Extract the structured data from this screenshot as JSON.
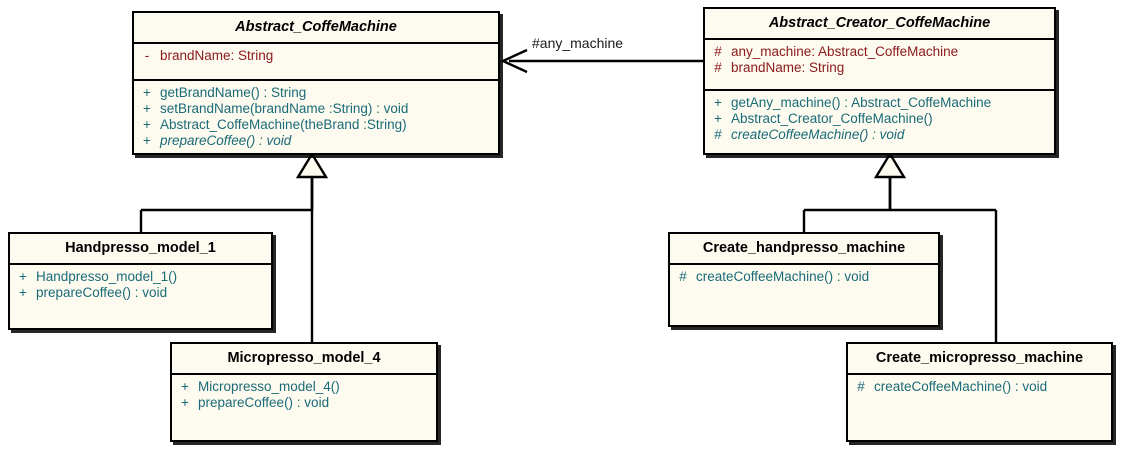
{
  "diagram": {
    "kind": "uml-class-diagram",
    "background": "#ffffff",
    "colors": {
      "box_fill": "#FDFAEF",
      "box_border": "#000000",
      "title_text": "#000000",
      "attribute_text": "#8B1A1A",
      "method_text": "#1A6B78",
      "edge": "#000000"
    }
  },
  "classes": [
    {
      "id": "abstract-coffemachine",
      "name": "Abstract_CoffeMachine",
      "abstract": true,
      "attributes": [
        {
          "visibility": "-",
          "signature": "brandName:  String"
        }
      ],
      "methods": [
        {
          "visibility": "+",
          "signature": "getBrandName() : String",
          "abstract": false
        },
        {
          "visibility": "+",
          "signature": "setBrandName(brandName :String) : void",
          "abstract": false
        },
        {
          "visibility": "+",
          "signature": "Abstract_CoffeMachine(theBrand :String)",
          "abstract": false
        },
        {
          "visibility": "+",
          "signature": "prepareCoffee() : void",
          "abstract": true
        }
      ]
    },
    {
      "id": "abstract-creator-coffemachine",
      "name": "Abstract_Creator_CoffeMachine",
      "abstract": true,
      "attributes": [
        {
          "visibility": "#",
          "signature": "any_machine:  Abstract_CoffeMachine"
        },
        {
          "visibility": "#",
          "signature": "brandName:  String"
        }
      ],
      "methods": [
        {
          "visibility": "+",
          "signature": "getAny_machine() : Abstract_CoffeMachine",
          "abstract": false
        },
        {
          "visibility": "+",
          "signature": "Abstract_Creator_CoffeMachine()",
          "abstract": false
        },
        {
          "visibility": "#",
          "signature": "createCoffeeMachine() : void",
          "abstract": true
        }
      ]
    },
    {
      "id": "handpresso-model-1",
      "name": "Handpresso_model_1",
      "abstract": false,
      "attributes": [],
      "methods": [
        {
          "visibility": "+",
          "signature": "Handpresso_model_1()",
          "abstract": false
        },
        {
          "visibility": "+",
          "signature": "prepareCoffee() : void",
          "abstract": false
        }
      ]
    },
    {
      "id": "micropresso-model-4",
      "name": "Micropresso_model_4",
      "abstract": false,
      "attributes": [],
      "methods": [
        {
          "visibility": "+",
          "signature": "Micropresso_model_4()",
          "abstract": false
        },
        {
          "visibility": "+",
          "signature": "prepareCoffee() : void",
          "abstract": false
        }
      ]
    },
    {
      "id": "create-handpresso-machine",
      "name": "Create_handpresso_machine",
      "abstract": false,
      "attributes": [],
      "methods": [
        {
          "visibility": "#",
          "signature": "createCoffeeMachine() : void",
          "abstract": false
        }
      ]
    },
    {
      "id": "create-micropresso-machine",
      "name": "Create_micropresso_machine",
      "abstract": false,
      "attributes": [],
      "methods": [
        {
          "visibility": "#",
          "signature": "createCoffeeMachine() : void",
          "abstract": false
        }
      ]
    }
  ],
  "relationships": [
    {
      "id": "assoc-any-machine",
      "type": "association",
      "from": "abstract-creator-coffemachine",
      "to": "abstract-coffemachine",
      "label": "#any_machine",
      "arrowhead": "open"
    },
    {
      "id": "gen-handpresso",
      "type": "generalization",
      "from": "handpresso-model-1",
      "to": "abstract-coffemachine",
      "label": ""
    },
    {
      "id": "gen-micropresso",
      "type": "generalization",
      "from": "micropresso-model-4",
      "to": "abstract-coffemachine",
      "label": ""
    },
    {
      "id": "gen-create-hand",
      "type": "generalization",
      "from": "create-handpresso-machine",
      "to": "abstract-creator-coffemachine",
      "label": ""
    },
    {
      "id": "gen-create-micro",
      "type": "generalization",
      "from": "create-micropresso-machine",
      "to": "abstract-creator-coffemachine",
      "label": ""
    }
  ]
}
